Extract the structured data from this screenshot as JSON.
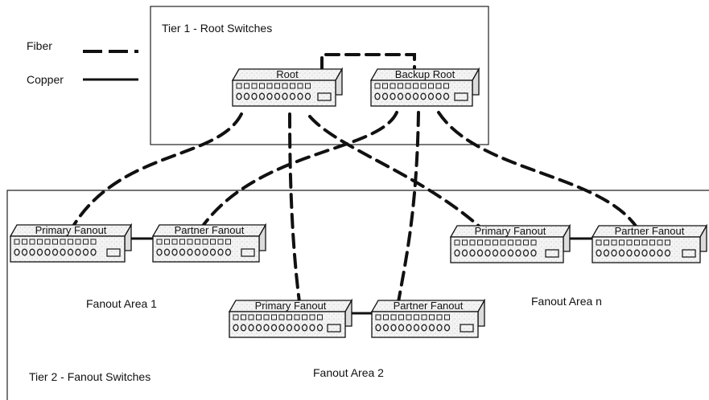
{
  "legend": {
    "fiber_label": "Fiber",
    "copper_label": "Copper"
  },
  "tier1": {
    "label": "Tier 1 - Root Switches"
  },
  "tier2": {
    "label": "Tier 2 - Fanout Switches"
  },
  "switches": {
    "root": "Root",
    "backup_root": "Backup Root",
    "area1_primary": "Primary Fanout",
    "area1_partner": "Partner Fanout",
    "area2_primary": "Primary Fanout",
    "area2_partner": "Partner Fanout",
    "arean_primary": "Primary Fanout",
    "arean_partner": "Partner Fanout"
  },
  "areas": {
    "area1": "Fanout Area 1",
    "area2": "Fanout Area 2",
    "arean": "Fanout Area n"
  },
  "colors": {
    "line": "#111111",
    "switch_fill": "#f2f2f2",
    "speckle": "#c8c8c8"
  }
}
